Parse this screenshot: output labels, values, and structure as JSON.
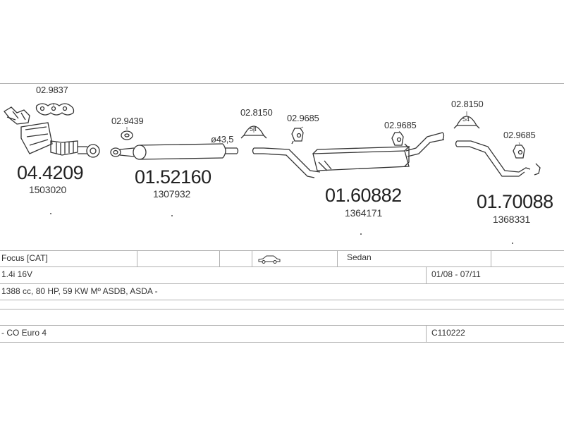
{
  "diagram": {
    "parts": [
      {
        "id": "gasket_a",
        "code": "02.9837"
      },
      {
        "id": "manifold",
        "code": "04.4209",
        "ref": "1503020"
      },
      {
        "id": "ring_a",
        "code": "02.9439"
      },
      {
        "id": "front_pipe",
        "code": "01.52160",
        "ref": "1307932"
      },
      {
        "id": "diameter",
        "text": "ø43,5"
      },
      {
        "id": "clamp_a",
        "code": "02.8150",
        "size": "54"
      },
      {
        "id": "hanger_a",
        "code": "02.9685"
      },
      {
        "id": "hanger_b",
        "code": "02.9685"
      },
      {
        "id": "middle_silencer",
        "code": "01.60882",
        "ref": "1364171"
      },
      {
        "id": "clamp_b",
        "code": "02.8150",
        "size": "54"
      },
      {
        "id": "hanger_c",
        "code": "02.9685"
      },
      {
        "id": "rear_pipe",
        "code": "01.70088",
        "ref": "1368331"
      }
    ]
  },
  "vehicle": {
    "model": "Focus  [CAT]",
    "body": "Sedan",
    "engine": "1.4i 16V",
    "years": "01/08 - 07/11",
    "spec": "1388 cc, 80 HP, 59 KW Mº ASDB, ASDA -",
    "emission": "- CO Euro 4",
    "catalog_code": "C110222"
  },
  "icons": {
    "car": "sedan-car-icon"
  }
}
